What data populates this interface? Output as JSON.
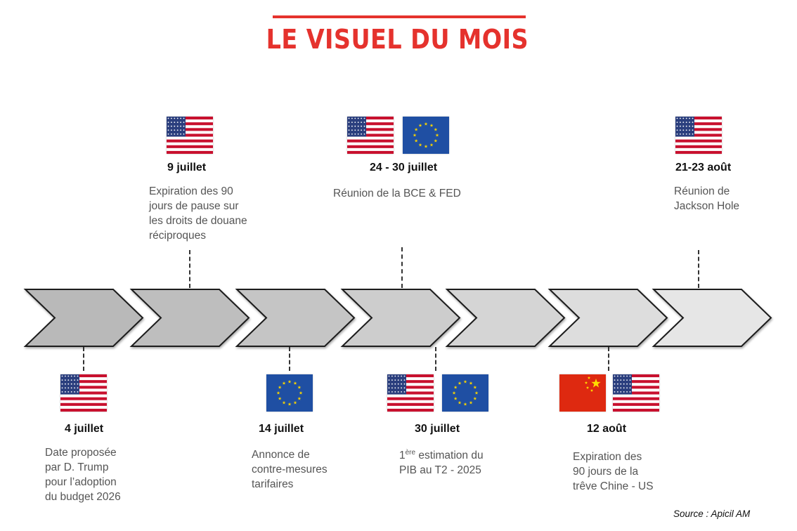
{
  "title": "LE VISUEL DU MOIS",
  "source": "Source : Apicil AM",
  "events_top": [
    {
      "date": "9 juillet",
      "lines": [
        "Expiration des 90",
        "jours de pause sur",
        "les droits de douane",
        "réciproques"
      ],
      "flags": [
        "us-flag-icon"
      ]
    },
    {
      "date": "24 - 30 juillet",
      "lines": [
        "Réunion de la BCE & FED"
      ],
      "flags": [
        "us-flag-icon",
        "eu-flag-icon"
      ]
    },
    {
      "date": "21-23 août",
      "lines": [
        "Réunion de",
        "Jackson Hole"
      ],
      "flags": [
        "us-flag-icon"
      ]
    }
  ],
  "events_bottom": [
    {
      "date": "4 juillet",
      "lines": [
        "Date proposée",
        "par D. Trump",
        "pour l’adoption",
        "du budget 2026"
      ],
      "flags": [
        "us-flag-icon"
      ]
    },
    {
      "date": "14 juillet",
      "lines": [
        "Annonce de",
        "contre-mesures",
        "tarifaires"
      ],
      "flags": [
        "eu-flag-icon"
      ]
    },
    {
      "date": "30 juillet",
      "ordinal": "1",
      "ordinal_sup": "ère",
      "lines": [
        " estimation du",
        "PIB au T2 - 2025"
      ],
      "flags": [
        "us-flag-icon",
        "eu-flag-icon"
      ]
    },
    {
      "date": "12 août",
      "lines": [
        "Expiration des",
        "90 jours de la",
        "trêve Chine - US"
      ],
      "flags": [
        "china-flag-icon",
        "us-flag-icon"
      ]
    }
  ],
  "colors": {
    "accent": "#e5322d",
    "chevron_shades": [
      "#b9b9b9",
      "#bebebe",
      "#c5c5c5",
      "#cdcdcd",
      "#d5d5d5",
      "#dddddd",
      "#e6e6e6"
    ]
  }
}
